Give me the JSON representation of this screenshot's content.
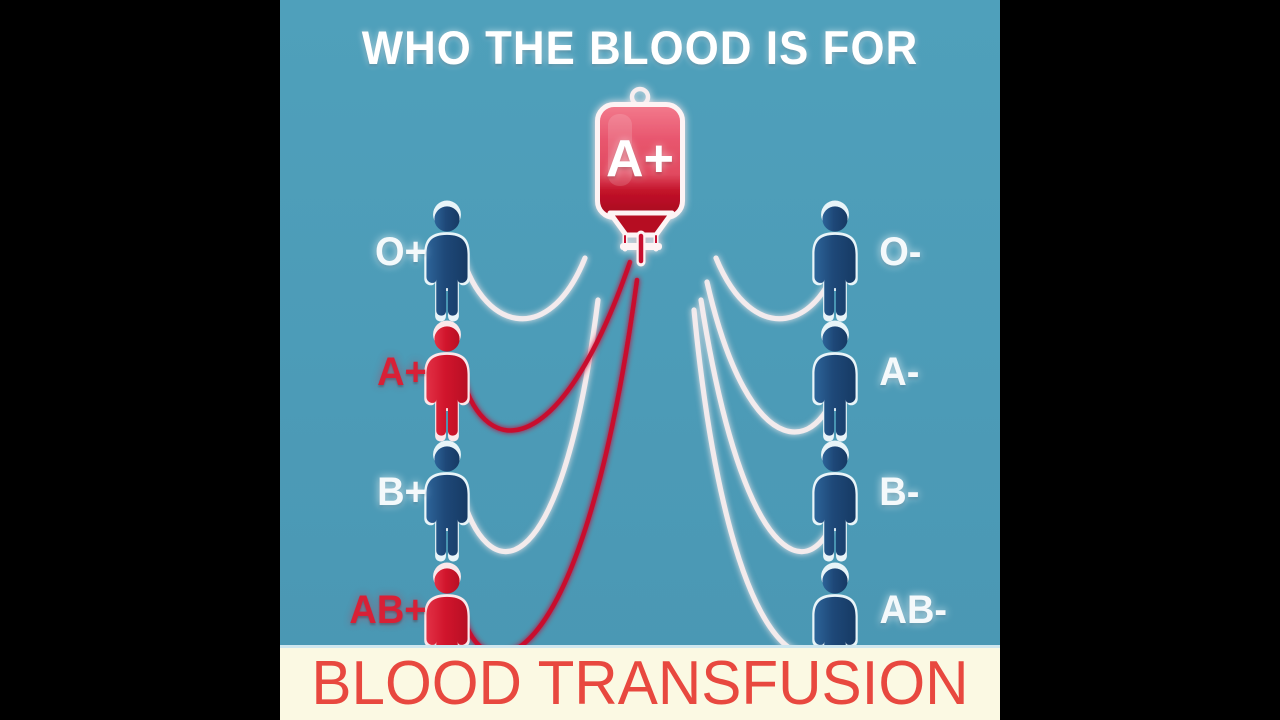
{
  "title": "WHO THE BLOOD IS FOR",
  "banner": {
    "text": "BLOOD TRANSFUSION"
  },
  "blood_bag": {
    "label": "A+",
    "icon": "blood-bag-icon"
  },
  "colors": {
    "background_teal": "#4c9cb9",
    "banner_cream": "#fbf9e3",
    "banner_text_red": "#e8483f",
    "compatible_red": "#d82036",
    "person_blue_dark": "#1f4a7a",
    "person_blue_light": "#2f679b",
    "label_white": "#f4f9fb",
    "link_white": "#f6e8ea",
    "link_red": "#c8102e",
    "letterbox_black": "#000000"
  },
  "recipients": {
    "left_column": [
      {
        "label": "O+",
        "compatible": false,
        "person": "person-icon",
        "link": "link-white"
      },
      {
        "label": "A+",
        "compatible": true,
        "person": "person-icon",
        "link": "link-red"
      },
      {
        "label": "B+",
        "compatible": false,
        "person": "person-icon",
        "link": "link-white"
      },
      {
        "label": "AB+",
        "compatible": true,
        "person": "person-icon",
        "link": "link-red"
      }
    ],
    "right_column": [
      {
        "label": "O-",
        "compatible": false,
        "person": "person-icon",
        "link": "link-white"
      },
      {
        "label": "A-",
        "compatible": false,
        "person": "person-icon",
        "link": "link-white"
      },
      {
        "label": "B-",
        "compatible": false,
        "person": "person-icon",
        "link": "link-white"
      },
      {
        "label": "AB-",
        "compatible": false,
        "person": "person-icon",
        "link": "link-white"
      }
    ]
  }
}
